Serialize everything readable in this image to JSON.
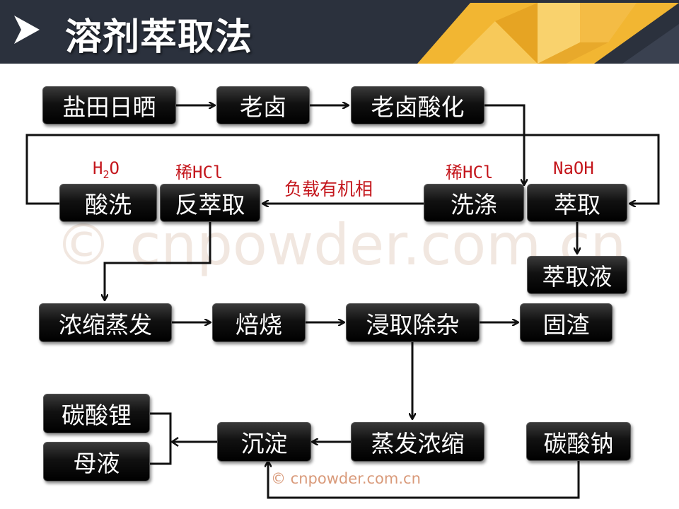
{
  "header": {
    "title": "溶剂萃取法",
    "bg_color": "#2b313d",
    "accent_color": "#f2b632",
    "chevron_icon": "chevron-right-icon"
  },
  "nodes": {
    "n1": "盐田日晒",
    "n2": "老卤",
    "n3": "老卤酸化",
    "n4": "酸洗",
    "n5": "反萃取",
    "n6": "洗涤",
    "n7": "萃取",
    "n8": "萃取液",
    "n9": "浓缩蒸发",
    "n10": "焙烧",
    "n11": "浸取除杂",
    "n12": "固渣",
    "n13": "碳酸锂",
    "n14": "母液",
    "n15": "沉淀",
    "n16": "蒸发浓缩",
    "n17": "碳酸钠"
  },
  "labels": {
    "h2o_h": "H",
    "h2o_sub": "2",
    "h2o_o": "O",
    "dilute_hcl_1": "稀HCl",
    "dilute_hcl_2": "稀HCl",
    "naoh": "NaOH",
    "loaded_organic": "负载有机相"
  },
  "watermark": {
    "large": "© cnpowder.com.cn",
    "small": "© cnpowder.com.cn"
  },
  "colors": {
    "box": "#000000",
    "label_red": "#c4161c",
    "arrow": "#111111"
  }
}
